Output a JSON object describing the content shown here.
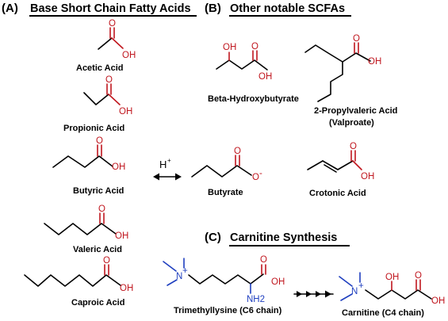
{
  "panels": {
    "a": {
      "letter": "(A)",
      "title": "Base Short Chain Fatty Acids"
    },
    "b": {
      "letter": "(B)",
      "title": "Other notable SCFAs"
    },
    "c": {
      "letter": "(C)",
      "title": "Carnitine Synthesis"
    }
  },
  "labels": {
    "acetic": "Acetic Acid",
    "propionic": "Propionic Acid",
    "butyric": "Butyric Acid",
    "valeric": "Valeric Acid",
    "caproic": "Caproic Acid",
    "bhb": "Beta-Hydroxybutyrate",
    "valproic_1": "2-Propylvaleric Acid",
    "valproic_2": "(Valproate)",
    "butyrate": "Butyrate",
    "crotonic": "Crotonic Acid",
    "trimethyllysine": "Trimethyllysine (C6 chain)",
    "carnitine": "Carnitine (C4 chain)"
  },
  "atoms": {
    "o": "O",
    "oh": "OH",
    "o_minus": "O",
    "minus": "-",
    "nh2": "NH2",
    "n": "N",
    "plus": "+",
    "h": "H",
    "h_plus": "+"
  },
  "colors": {
    "oxygen": "#c0161e",
    "nitrogen": "#1f3fbf",
    "bond": "#000000"
  }
}
